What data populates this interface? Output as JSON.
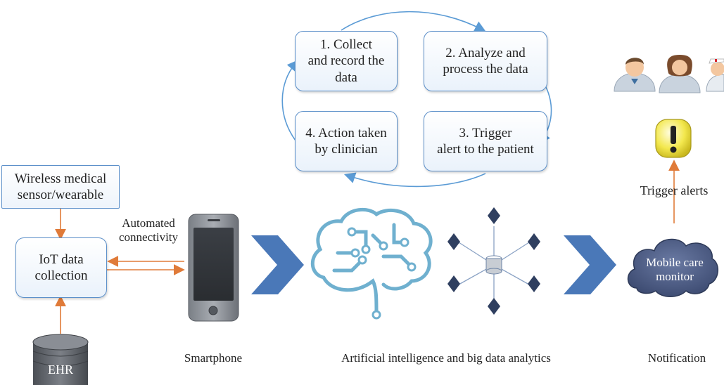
{
  "cycle": {
    "step1": "1. Collect\nand record the\ndata",
    "step2": "2. Analyze and\nprocess the data",
    "step3": "3. Trigger\nalert to the patient",
    "step4": "4. Action taken\nby clinician"
  },
  "left": {
    "sensor": "Wireless medical\nsensor/wearable",
    "iot": "IoT data\ncollection",
    "ehr": "EHR",
    "connectivity": "Automated\nconnectivity"
  },
  "labels": {
    "smartphone": "Smartphone",
    "ai": "Artificial intelligence and big data analytics",
    "notification": "Notification",
    "trigger_alerts": "Trigger alerts",
    "cloud": "Mobile care\nmonitor",
    "alert_symbol": "!"
  },
  "colors": {
    "box_border": "#5b8fc9",
    "cycle_arrow": "#5b9bd5",
    "orange_arrow": "#e07b39",
    "chevron": "#4a78b8",
    "brain": "#6fb0cf",
    "cloud": "#4e5f86"
  }
}
